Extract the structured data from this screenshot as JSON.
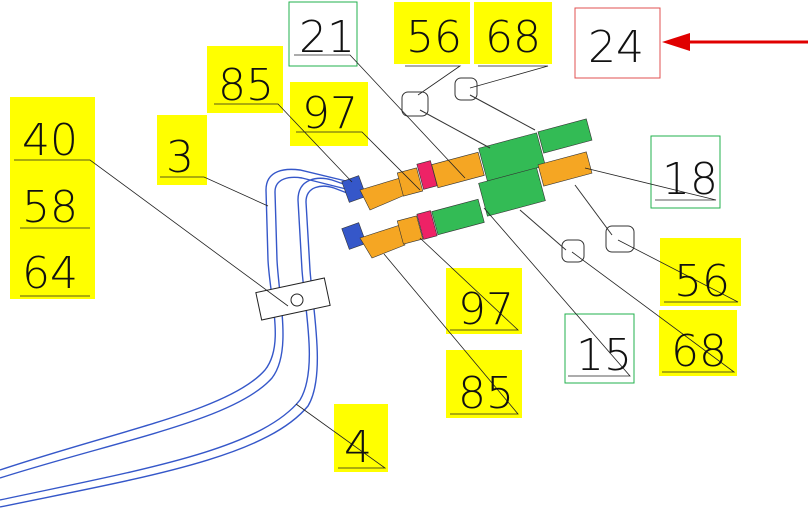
{
  "diagram": {
    "callouts": [
      {
        "id": "c21",
        "text": "21",
        "style": "green-box"
      },
      {
        "id": "c56a",
        "text": "56",
        "style": "yellow"
      },
      {
        "id": "c68a",
        "text": "68",
        "style": "yellow"
      },
      {
        "id": "c24",
        "text": "24",
        "style": "red-box"
      },
      {
        "id": "c85a",
        "text": "85",
        "style": "yellow"
      },
      {
        "id": "c97a",
        "text": "97",
        "style": "yellow"
      },
      {
        "id": "c40",
        "text": "40",
        "style": "yellow"
      },
      {
        "id": "c58",
        "text": "58",
        "style": "yellow"
      },
      {
        "id": "c64",
        "text": "64",
        "style": "yellow"
      },
      {
        "id": "c3",
        "text": "3",
        "style": "yellow"
      },
      {
        "id": "c18",
        "text": "18",
        "style": "green-box"
      },
      {
        "id": "c56b",
        "text": "56",
        "style": "yellow"
      },
      {
        "id": "c97b",
        "text": "97",
        "style": "yellow"
      },
      {
        "id": "c15",
        "text": "15",
        "style": "green-box"
      },
      {
        "id": "c68b",
        "text": "68",
        "style": "yellow"
      },
      {
        "id": "c85b",
        "text": "85",
        "style": "yellow"
      },
      {
        "id": "c4",
        "text": "4",
        "style": "yellow"
      }
    ],
    "colors": {
      "highlight": "#ffff00",
      "green_box": "#22b14c",
      "red_box": "#e05050",
      "arrow": "#e00000",
      "tube": "#3557c9",
      "fitting_orange": "#f5a623",
      "fitting_red": "#ee2266",
      "fitting_green": "#33bb55"
    }
  }
}
